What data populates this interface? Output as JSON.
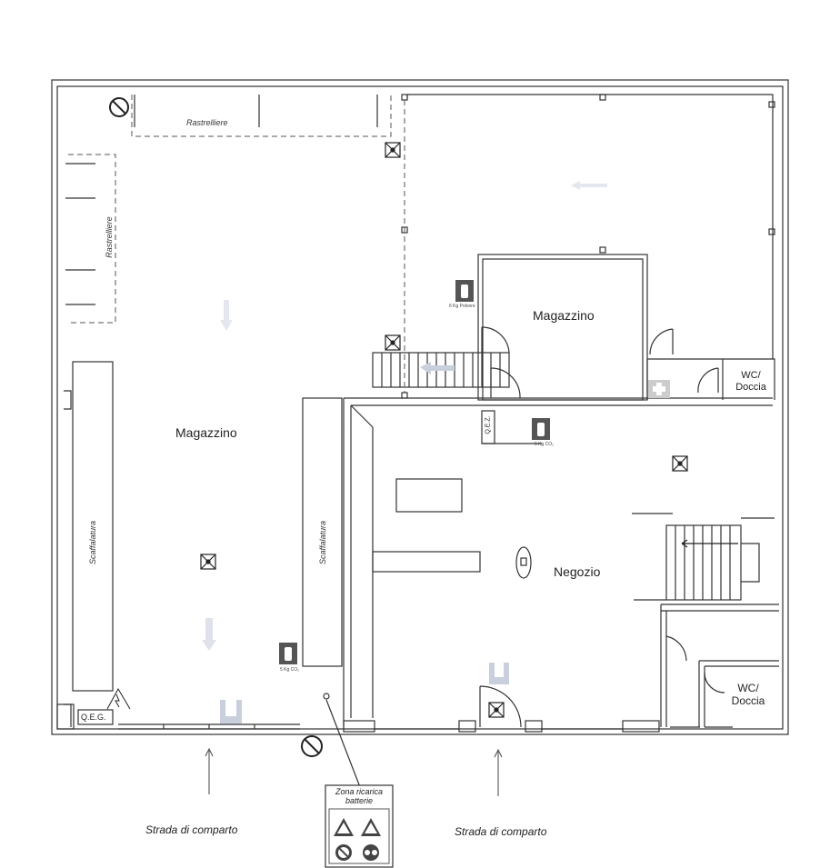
{
  "rooms": {
    "magazzino_main": "Magazzino",
    "magazzino_small": "Magazzino",
    "negozio": "Negozio",
    "wc_doccia_top": "WC/\nDoccia",
    "wc_doccia_bottom": "WC/\nDoccia"
  },
  "labels": {
    "rastrelliere_top": "Rastrelliere",
    "rastrelliere_left": "Rastrelliere",
    "scaffalatura_left": "Scaffalatura",
    "scaffalatura_mid": "Scaffalatura",
    "qeg": "Q.E.G.",
    "qez": "Q.E.Z.",
    "street_left": "Strada di comparto",
    "street_right": "Strada di comparto"
  },
  "extinguishers": {
    "polvere": "6 Kg Polvere",
    "co2_a": "5 Kg CO₂",
    "co2_b": "5 Kg CO₂"
  },
  "sign": {
    "title": "Zona ricarica batterie"
  },
  "colors": {
    "wall": "#333333",
    "dash": "#555555",
    "icon_bg": "#555555",
    "exit_arrow": "#c9cfdc"
  }
}
